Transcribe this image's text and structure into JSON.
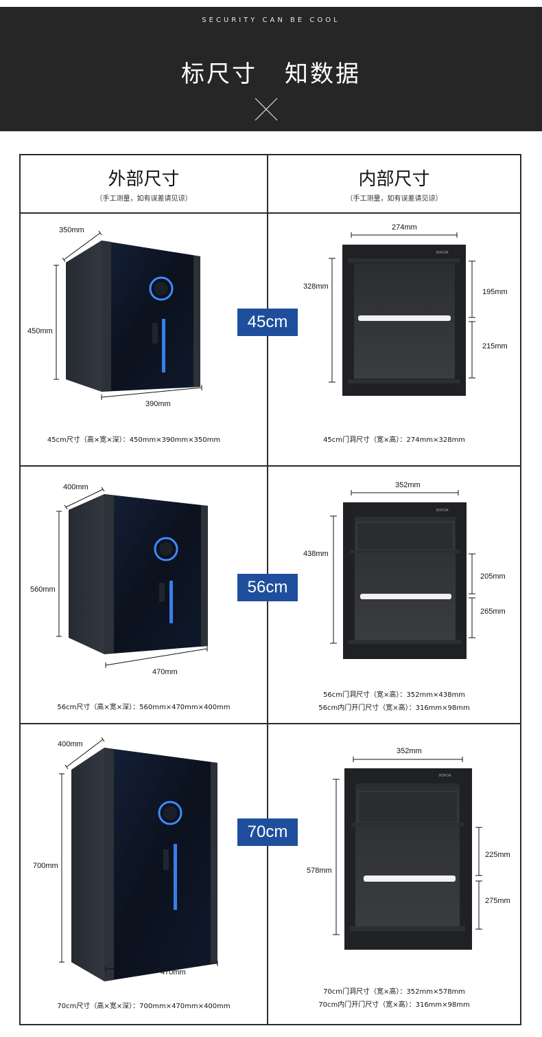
{
  "banner": {
    "tagline": "SECURITY CAN BE COOL",
    "headline_left": "标尺寸",
    "headline_right": "知数据"
  },
  "columns": {
    "exterior_title": "外部尺寸",
    "exterior_note": "（手工测量，如有误差请见谅）",
    "interior_title": "内部尺寸",
    "interior_note": "（手工测量，如有误差请见谅）"
  },
  "brand_mark": "BOFOA",
  "rows": [
    {
      "badge": "45cm",
      "ext": {
        "depth": "350mm",
        "height": "450mm",
        "width": "390mm",
        "spec": "45cm尺寸（高×宽×深）：450mm×390mm×350mm"
      },
      "int": {
        "width": "274mm",
        "height": "328mm",
        "upper": "195mm",
        "lower": "215mm",
        "spec1": "45cm门洞尺寸（宽×高）：274mm×328mm",
        "spec2": ""
      }
    },
    {
      "badge": "56cm",
      "ext": {
        "depth": "400mm",
        "height": "560mm",
        "width": "470mm",
        "spec": "56cm尺寸（高×宽×深）：560mm×470mm×400mm"
      },
      "int": {
        "width": "352mm",
        "height": "438mm",
        "upper": "205mm",
        "lower": "265mm",
        "spec1": "56cm门洞尺寸（宽×高）：352mm×438mm",
        "spec2": "56cm内门开门尺寸（宽×高）：316mm×98mm"
      }
    },
    {
      "badge": "70cm",
      "ext": {
        "depth": "400mm",
        "height": "700mm",
        "width": "470mm",
        "spec": "70cm尺寸（高×宽×深）：700mm×470mm×400mm"
      },
      "int": {
        "width": "352mm",
        "height": "578mm",
        "upper": "225mm",
        "lower": "275mm",
        "spec1": "70cm门洞尺寸（宽×高）：352mm×578mm",
        "spec2": "70cm内门开门尺寸（宽×高）：316mm×98mm"
      }
    }
  ],
  "colors": {
    "banner_bg": "#262626",
    "badge_bg": "#1f4f9c",
    "safe_body": "#1e2128",
    "safe_glass": "#0d1320",
    "glow": "#3d8bff"
  }
}
